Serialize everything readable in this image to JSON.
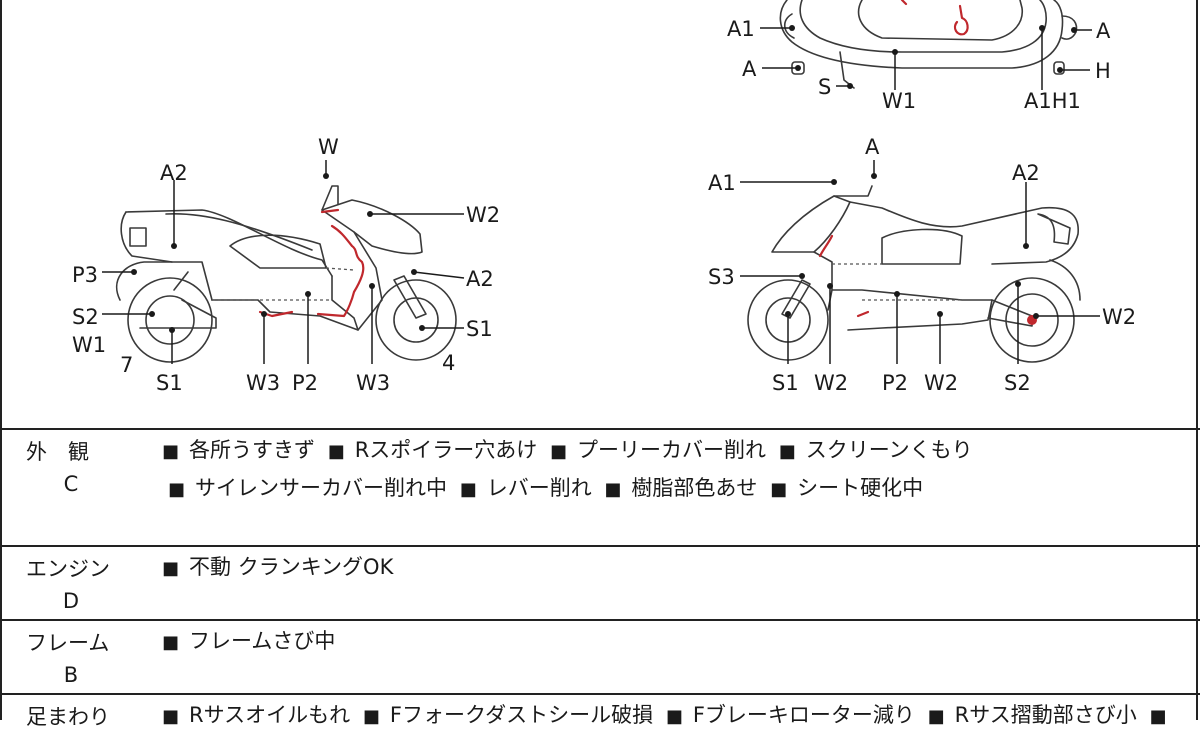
{
  "diagram": {
    "top_view": {
      "labels": [
        "A1",
        "A",
        "S",
        "W1",
        "A1H1",
        "A",
        "H"
      ]
    },
    "left_view": {
      "labels": [
        "W",
        "A2",
        "W2",
        "P3",
        "A2",
        "S2",
        "S1",
        "W1",
        "7",
        "S1",
        "W3",
        "P2",
        "W3",
        "4"
      ]
    },
    "right_view": {
      "labels": [
        "A",
        "A1",
        "A2",
        "S3",
        "W2",
        "S1",
        "W2",
        "P2",
        "W2",
        "S2"
      ]
    }
  },
  "colors": {
    "damage": "#c0282d",
    "line": "#1a1a1a",
    "border": "#222222"
  },
  "table": {
    "rows": [
      {
        "category": "外　観",
        "grade": "C",
        "items": [
          "各所うすきず",
          "Rスポイラー穴あけ",
          "プーリーカバー削れ",
          "スクリーンくもり",
          "サイレンサーカバー削れ中",
          "レバー削れ",
          "樹脂部色あせ",
          "シート硬化中"
        ]
      },
      {
        "category": "エンジン",
        "grade": "D",
        "items": [
          "不動 クランキングOK"
        ]
      },
      {
        "category": "フレーム",
        "grade": "B",
        "items": [
          "フレームさび中"
        ]
      },
      {
        "category": "足まわり",
        "grade": "",
        "items": [
          "Rサスオイルもれ",
          "Fフォークダストシール破損",
          "Fブレーキローター減り",
          "Rサス摺動部さび小"
        ]
      }
    ],
    "bullet": "■"
  }
}
